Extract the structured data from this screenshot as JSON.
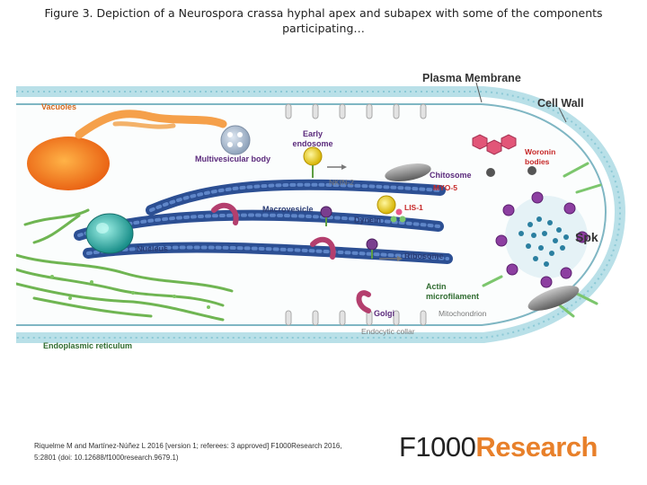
{
  "caption": "Figure 3. Depiction of a Neurospora crassa hyphal apex and subapex with some of the components participating…",
  "labels": {
    "plasma_membrane": "Plasma Membrane",
    "cell_wall": "Cell Wall",
    "vacuoles": "Vacuoles",
    "multivesicular_body": "Multivesicular body",
    "early_endosome": "Early endosome",
    "nkin2": "NKIN-2",
    "chitosome": "Chitosome",
    "woronin_bodies": "Woronin bodies",
    "myo5": "MYO-5",
    "macrovesicle": "Macrovesicle",
    "lis1": "LIS-1",
    "dynein": "Dynein",
    "nucleus": "Nucleus",
    "ribosome": "Ribosome",
    "spk": "Spk",
    "actin_microfilament": "Actin microfilament",
    "mitochondrion": "Mitochondrion",
    "golgi": "Golgi",
    "endocytic_collar": "Endocytic collar",
    "endoplasmic_reticulum": "Endoplasmic reticulum"
  },
  "citation": {
    "line1": "Riquelme M and Martínez-Núñez L 2016 [version 1; referees: 3 approved] F1000Research 2016,",
    "line2": "5:2801 (doi: 10.12688/f1000research.9679.1)"
  },
  "brand": {
    "f1000": "F1000",
    "research": "Research"
  },
  "colors": {
    "membrane": "#9fd1dc",
    "microtubule": "#3b5fa8",
    "golgi": "#b43f6e",
    "spk": "#2b7fa0",
    "vacuole": "#f07b22",
    "brand_orange": "#e8802a"
  }
}
